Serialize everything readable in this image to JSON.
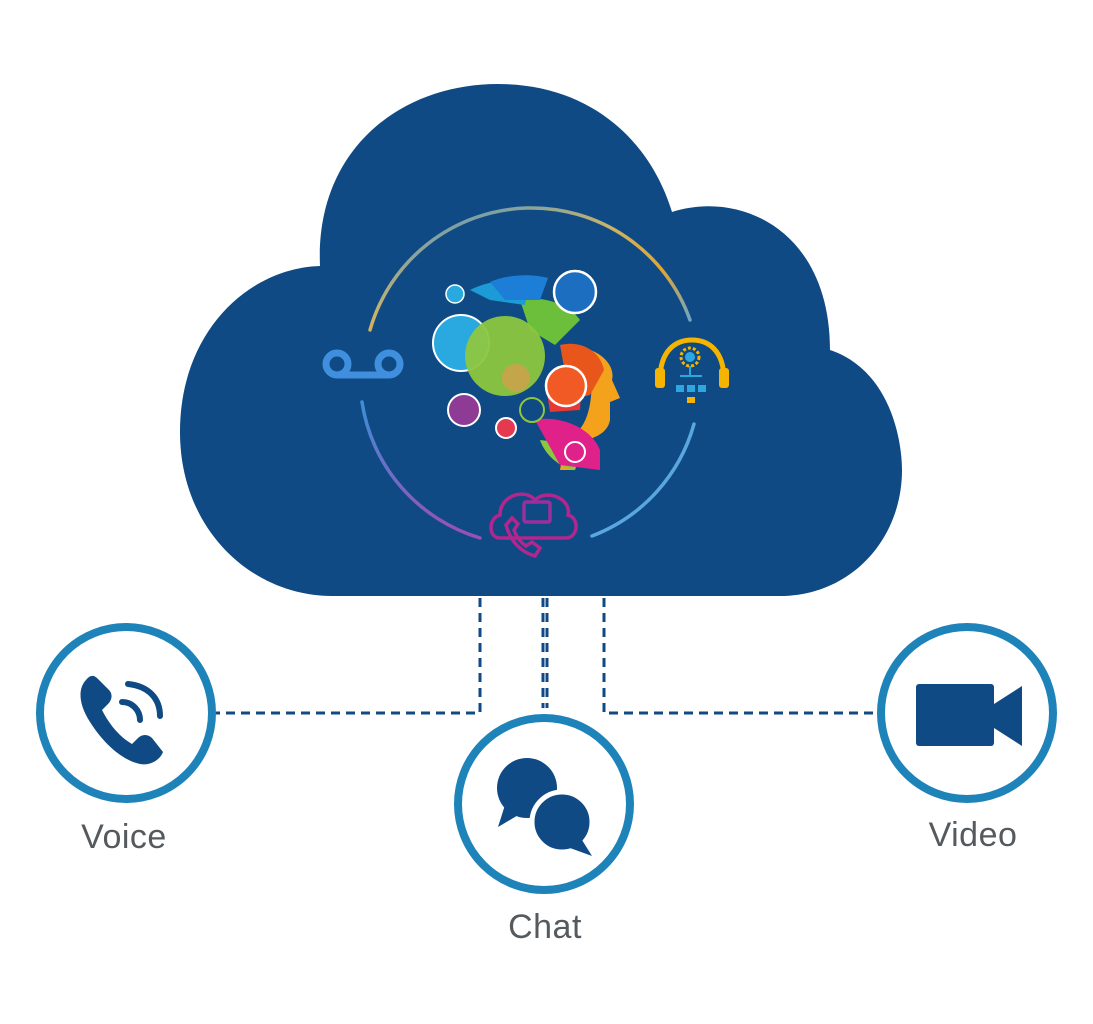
{
  "channels": {
    "voice": {
      "label": "Voice",
      "icon": "phone-ringing-icon"
    },
    "chat": {
      "label": "Chat",
      "icon": "chat-bubbles-icon"
    },
    "video": {
      "label": "Video",
      "icon": "video-camera-icon"
    }
  },
  "cloud": {
    "icons": [
      "ai-head-icon",
      "voicemail-icon",
      "agent-headset-icon",
      "cloud-chat-call-icon"
    ]
  },
  "colors": {
    "cloud": "#0f4a84",
    "ring": "#1e83b9",
    "icon": "#0f4a84",
    "connector": "#0f4a84",
    "label": "#555a5f"
  }
}
